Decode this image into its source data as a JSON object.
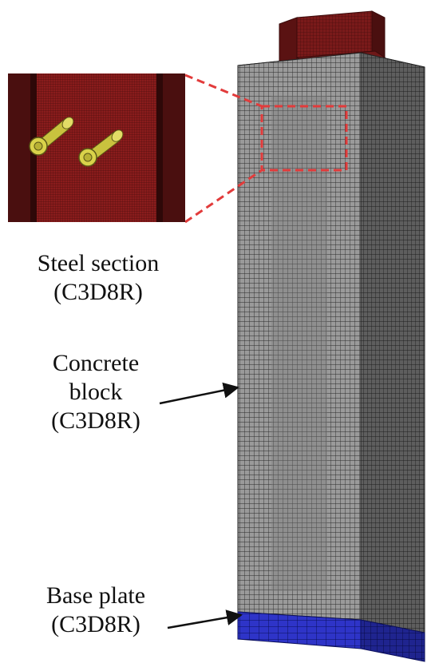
{
  "labels": {
    "steel": {
      "line1": "Steel section",
      "line2": "(C3D8R)"
    },
    "concrete": {
      "line1": "Concrete",
      "line2": "block",
      "line3": "(C3D8R)"
    },
    "base": {
      "line1": "Base plate",
      "line2": "(C3D8R)"
    }
  },
  "colors": {
    "steel_red": "#7a1a1a",
    "steel_dark": "#3a0b0b",
    "mesh_grey": "#8c8c8c",
    "mesh_line": "#2b2b2b",
    "base_blue": "#2e34c8",
    "stud_yellow": "#d9d24a",
    "zoom_dash": "#e23b3b",
    "arrow": "#111111"
  },
  "icons": {
    "zoom_inset": "zoom-inset-icon",
    "arrow": "arrow-icon"
  }
}
